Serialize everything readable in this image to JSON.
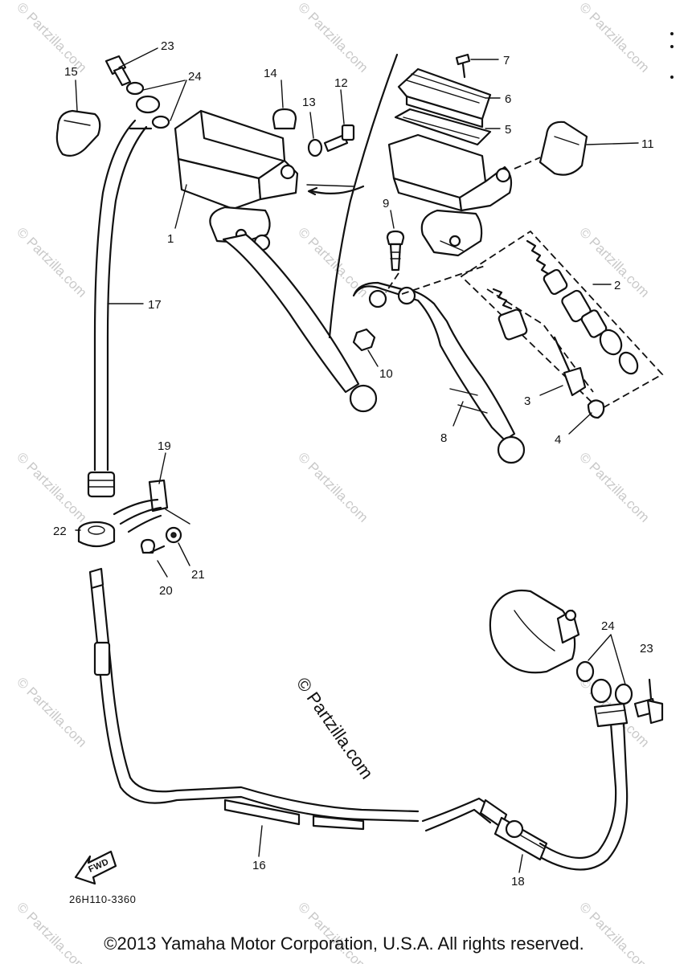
{
  "watermark": "© Partzilla.com",
  "diagram_code": "26H110-3360",
  "front_marker": "FWD",
  "copyright": "©2013 Yamaha Motor Corporation, U.S.A. All rights reserved.",
  "callouts": {
    "p1": "1",
    "p2": "2",
    "p3": "3",
    "p4": "4",
    "p5": "5",
    "p6": "6",
    "p7": "7",
    "p8": "8",
    "p9": "9",
    "p10": "10",
    "p11": "11",
    "p12": "12",
    "p13": "13",
    "p14": "14",
    "p15": "15",
    "p16": "16",
    "p17": "17",
    "p18": "18",
    "p19": "19",
    "p20": "20",
    "p21": "21",
    "p22": "22",
    "p23_top": "23",
    "p24_top": "24",
    "p23_bottom": "23",
    "p24_bottom": "24"
  }
}
